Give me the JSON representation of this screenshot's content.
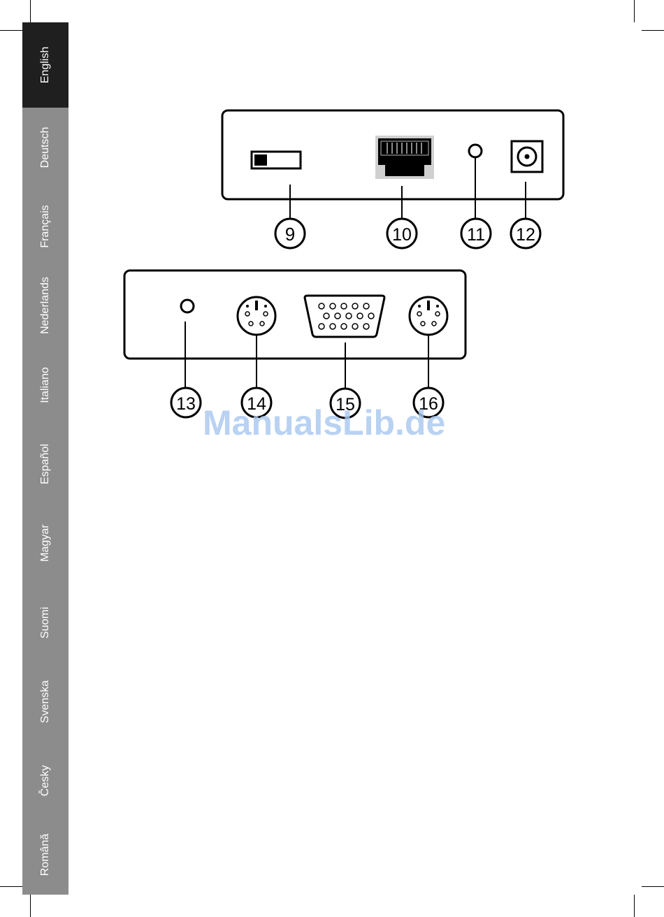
{
  "languages": [
    {
      "label": "English",
      "active": true
    },
    {
      "label": "Deutsch",
      "active": false
    },
    {
      "label": "Français",
      "active": false
    },
    {
      "label": "Nederlands",
      "active": false
    },
    {
      "label": "Italiano",
      "active": false
    },
    {
      "label": "Español",
      "active": false
    },
    {
      "label": "Magyar",
      "active": false
    },
    {
      "label": "Suomi",
      "active": false
    },
    {
      "label": "Svenska",
      "active": false
    },
    {
      "label": "Česky",
      "active": false
    },
    {
      "label": "Română",
      "active": false
    }
  ],
  "callouts": {
    "n9": "9",
    "n10": "10",
    "n11": "11",
    "n12": "12",
    "n13": "13",
    "n14": "14",
    "n15": "15",
    "n16": "16"
  },
  "watermark": "ManualsLib.de",
  "colors": {
    "tab_bg": "#8c8c8c",
    "tab_active": "#1f1f1f",
    "watermark": "#a8c8f0"
  }
}
